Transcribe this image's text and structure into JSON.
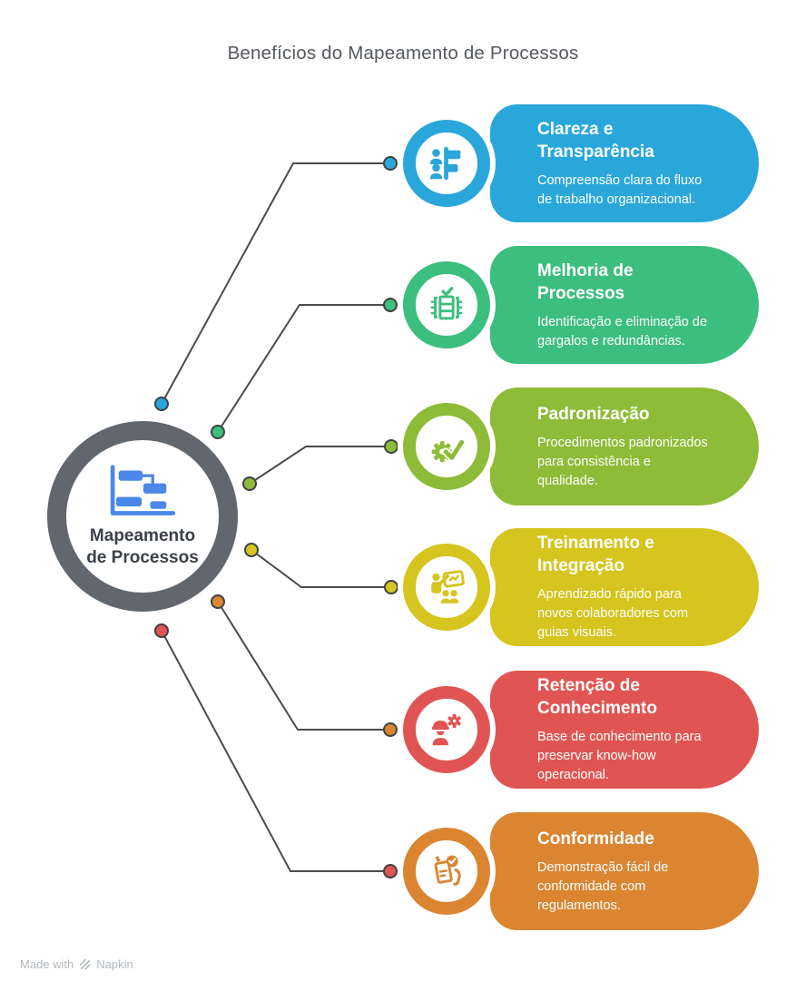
{
  "title": "Benefícios do Mapeamento de Processos",
  "center": {
    "label": "Mapeamento\nde Processos",
    "icon": "gantt-chart-icon"
  },
  "cards": [
    {
      "title": "Clareza e\nTransparência",
      "description": "Compreensão clara do fluxo\nde trabalho organizacional.",
      "color": "#2AA7DA",
      "icon": "signpost-people-icon"
    },
    {
      "title": "Melhoria de\nProcessos",
      "description": "Identificação e eliminação de\ngargalos e redundâncias.",
      "color": "#3CBE7E",
      "icon": "checklist-process-icon"
    },
    {
      "title": "Padronização",
      "description": "Procedimentos padronizados\npara consistência e\nqualidade.",
      "color": "#8EBC38",
      "icon": "gear-check-icon"
    },
    {
      "title": "Treinamento e\nIntegração",
      "description": "Aprendizado rápido para\nnovos colaboradores com\nguias visuais.",
      "color": "#D6C41F",
      "icon": "training-presentation-icon"
    },
    {
      "title": "Retenção de\nConhecimento",
      "description": "Base de conhecimento para\npreservar know-how\noperacional.",
      "color": "#E05553",
      "icon": "worker-gear-icon"
    },
    {
      "title": "Conformidade",
      "description": "Demonstração fácil de\nconformidade com\nregulamentos.",
      "color": "#DB8531",
      "icon": "document-check-icon"
    }
  ],
  "connectors": [
    {
      "dot_color": "#2AA7DA"
    },
    {
      "dot_color": "#3CBE7E"
    },
    {
      "dot_color": "#8EBC38"
    },
    {
      "dot_color": "#D6C41F"
    },
    {
      "dot_color": "#DB8531"
    },
    {
      "dot_color": "#E05553"
    }
  ],
  "styles": {
    "connector_line": "#4A4B4D",
    "dot_stroke": "#3F4042",
    "center_ring": "#62676E",
    "center_icon": "#4A87E8",
    "title_color": "#55595E",
    "footer_color": "#B3B8BC"
  },
  "footer": {
    "made_with": "Made with",
    "brand": "Napkin"
  }
}
